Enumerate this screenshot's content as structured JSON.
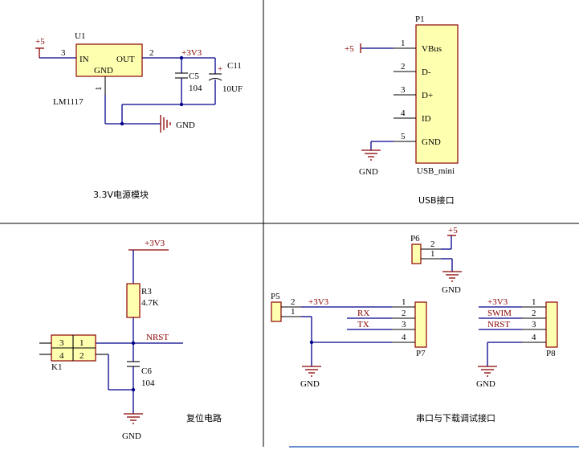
{
  "power": {
    "title": "3.3V电源模块",
    "u1_ref": "U1",
    "u1_part": "LM1117",
    "u1_in": "IN",
    "u1_out": "OUT",
    "u1_gnd": "GND",
    "pin3": "3",
    "pin2": "2",
    "pin1": "1",
    "vin": "+5",
    "vout": "+3V3",
    "c5_ref": "C5",
    "c5_val": "104",
    "c11_ref": "C11",
    "c11_val": "10UF",
    "c11_plus": "+",
    "gnd": "GND"
  },
  "usb": {
    "title": "USB接口",
    "ref": "P1",
    "part": "USB_mini",
    "vin": "+5",
    "gnd": "GND",
    "pins": [
      {
        "num": "1",
        "name": "VBus"
      },
      {
        "num": "2",
        "name": "D-"
      },
      {
        "num": "3",
        "name": "D+"
      },
      {
        "num": "4",
        "name": "ID"
      },
      {
        "num": "5",
        "name": "GND"
      }
    ]
  },
  "reset": {
    "title": "复位电路",
    "vcc": "+3V3",
    "r3_ref": "R3",
    "r3_val": "4.7K",
    "net": "NRST",
    "c6_ref": "C6",
    "c6_val": "104",
    "gnd": "GND",
    "k1_ref": "K1",
    "k1_pins": [
      "3",
      "1",
      "4",
      "2"
    ]
  },
  "serial": {
    "title": "串口与下载调试接口",
    "p6": {
      "ref": "P6",
      "pins": [
        "2",
        "1"
      ],
      "vcc": "+5",
      "gnd": "GND"
    },
    "p5": {
      "ref": "P5",
      "pins": [
        "2",
        "1"
      ],
      "vcc": "+3V3",
      "gnd": "GND"
    },
    "p7": {
      "ref": "P7",
      "pins": [
        "1",
        "2",
        "3",
        "4"
      ],
      "nets": [
        "RX",
        "TX"
      ]
    },
    "p8": {
      "ref": "P8",
      "pins": [
        "1",
        "2",
        "3",
        "4"
      ],
      "nets": [
        "+3V3",
        "SWIM",
        "NRST"
      ],
      "gnd": "GND"
    }
  }
}
